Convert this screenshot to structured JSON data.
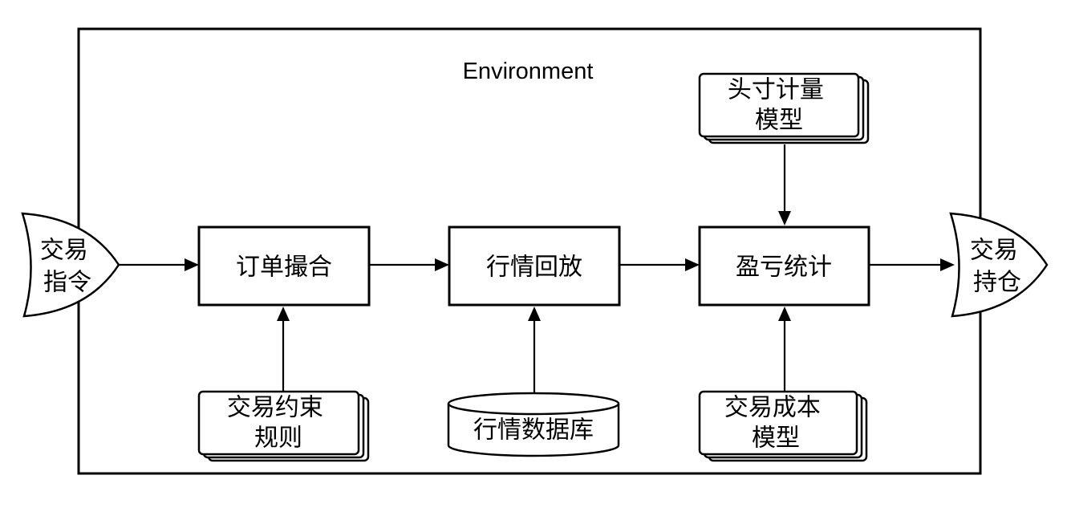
{
  "diagram": {
    "title": "Environment",
    "colors": {
      "stroke": "#000000",
      "fill": "#ffffff",
      "background": "#ffffff"
    },
    "input_terminal": {
      "line1": "交易",
      "line2": "指令"
    },
    "output_terminal": {
      "line1": "交易",
      "line2": "持仓"
    },
    "processes": [
      {
        "label": "订单撮合"
      },
      {
        "label": "行情回放"
      },
      {
        "label": "盈亏统计"
      }
    ],
    "stores": {
      "position_model": {
        "line1": "头寸计量",
        "line2": "模型"
      },
      "constraint_rules": {
        "line1": "交易约束",
        "line2": "规则"
      },
      "market_database": {
        "label": "行情数据库"
      },
      "cost_model": {
        "line1": "交易成本",
        "line2": "模型"
      }
    }
  }
}
